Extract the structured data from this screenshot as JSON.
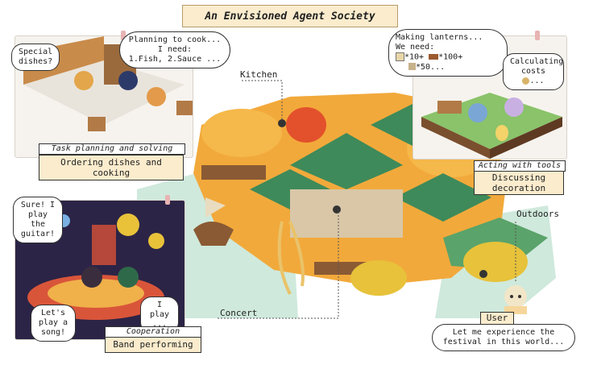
{
  "title": "An Envisioned Agent Society",
  "locations": {
    "kitchen": "Kitchen",
    "outdoors": "Outdoors",
    "concert": "Concert"
  },
  "panels": {
    "kitchen": {
      "bubble_left": "Special dishes?",
      "bubble_thought_l1": "Planning to cook...",
      "bubble_thought_l2": "I need:",
      "bubble_thought_l3": "1.Fish, 2.Sauce ...",
      "caption_head": "Task planning and solving",
      "caption_body": "Ordering dishes and cooking"
    },
    "lanterns": {
      "bubble_thought_l1": "Making lanterns...",
      "bubble_thought_l2": "We need:",
      "qty1": "*10+",
      "qty2": "*100+",
      "qty3": "*50...",
      "bubble_costs": "Calculating costs",
      "bubble_costs_more": "...",
      "caption_head": "Acting with tools",
      "caption_body": "Discussing decoration"
    },
    "band": {
      "bubble_sure": "Sure! I play the guitar!",
      "bubble_song": "Let's play a song!",
      "bubble_iplay": "I play ...",
      "caption_head": "Cooperation",
      "caption_body": "Band performing"
    },
    "user": {
      "label": "User",
      "bubble": "Let me experience the festival in this world..."
    }
  },
  "colors": {
    "caption_bg": "#fbeccd",
    "teal_ground": "#cfe9dc",
    "autumn_orange": "#f2a93b",
    "roof_green": "#3e8a5a"
  }
}
